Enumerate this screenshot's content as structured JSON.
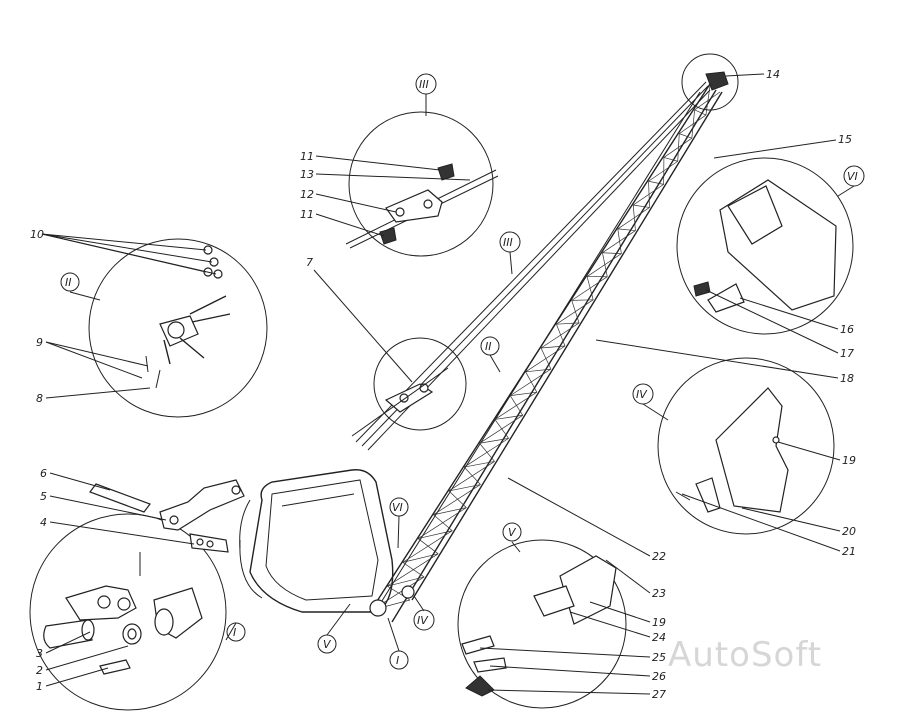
{
  "callouts": [
    "1",
    "2",
    "3",
    "4",
    "5",
    "6",
    "7",
    "8",
    "9",
    "10",
    "11",
    "11",
    "12",
    "13",
    "14",
    "15",
    "16",
    "17",
    "18",
    "19",
    "19",
    "20",
    "21",
    "22",
    "23",
    "24",
    "25",
    "26",
    "27"
  ],
  "roman": [
    "I",
    "I",
    "II",
    "II",
    "III",
    "III",
    "IV",
    "IV",
    "V",
    "V",
    "VI",
    "VI"
  ],
  "watermark": "AutoSoft"
}
